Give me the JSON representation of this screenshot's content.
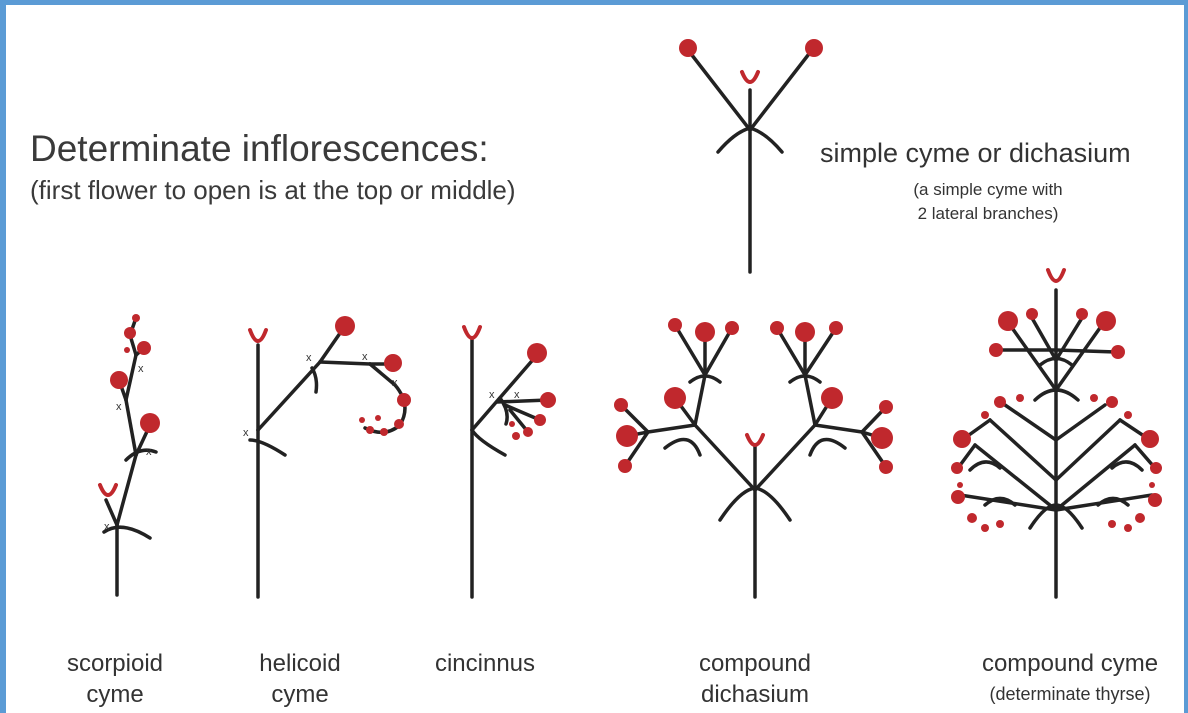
{
  "title": "Determinate inflorescences:",
  "subtitle": "(first flower to open is at the top or middle)",
  "simple": {
    "title": "simple cyme or dichasium",
    "note_line1": "(a simple cyme with",
    "note_line2": "2 lateral branches)"
  },
  "labels": {
    "scorpioid_1": "scorpioid",
    "scorpioid_2": "cyme",
    "helicoid_1": "helicoid",
    "helicoid_2": "cyme",
    "cincinnus": "cincinnus",
    "compound_dichasium_1": "compound",
    "compound_dichasium_2": "dichasium",
    "compound_cyme_1": "compound cyme",
    "compound_cyme_2": "(determinate thyrse)"
  },
  "colors": {
    "flower": "#c0282d",
    "stem": "#222222",
    "border": "#5b9bd5"
  }
}
